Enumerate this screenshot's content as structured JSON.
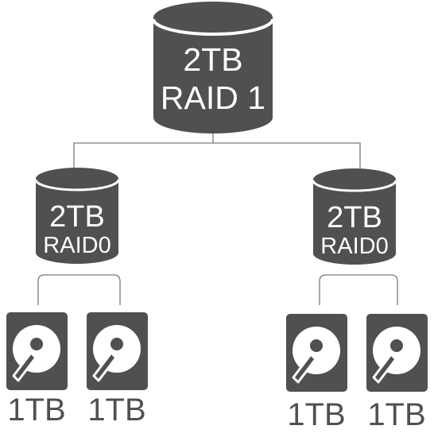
{
  "colors": {
    "fill": "#505050",
    "line": "#7a7a7a",
    "text_on_fill": "#ffffff",
    "text": "#505050",
    "background": "#ffffff"
  },
  "icons": {
    "array": "database-cylinder-icon",
    "disk": "hard-disk-drive-icon"
  },
  "top_array": {
    "capacity": "2TB",
    "raid": "RAID 1"
  },
  "sub_arrays": [
    {
      "capacity": "2TB",
      "raid": "RAID0",
      "disks": [
        {
          "label": "1TB"
        },
        {
          "label": "1TB"
        }
      ]
    },
    {
      "capacity": "2TB",
      "raid": "RAID0",
      "disks": [
        {
          "label": "1TB"
        },
        {
          "label": "1TB"
        }
      ]
    }
  ]
}
